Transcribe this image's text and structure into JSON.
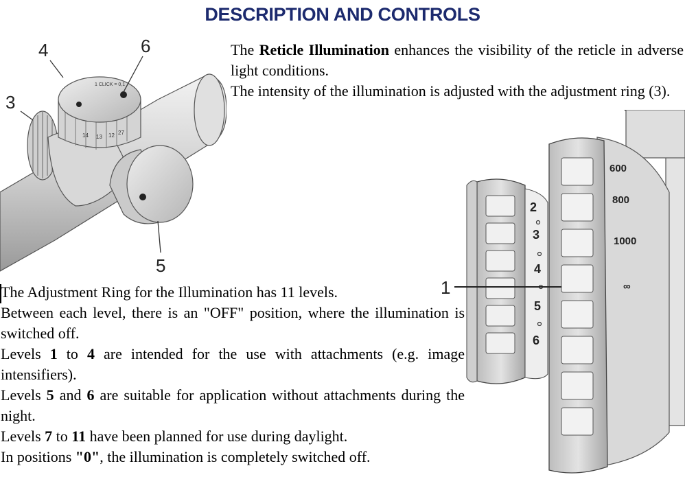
{
  "title": "DESCRIPTION AND CONTROLS",
  "intro": {
    "s1_pre": "The ",
    "s1_bold": "Reticle Illumination",
    "s1_post": " enhances the visibility of the reticle in adverse light conditions.",
    "s2": "The intensity of the illumination is adjusted with the adjustment ring (3)."
  },
  "levels": {
    "l1": "The Adjustment Ring for the Illumination has 11 levels.",
    "l2": "Between each level, there is an \"OFF\" position, where the illumination is switched off.",
    "l3_pre": "Levels ",
    "l3_b1": "1",
    "l3_mid": " to ",
    "l3_b2": "4",
    "l3_post": " are intended for the use with attachments (e.g. image intensifiers).",
    "l4_pre": "Levels ",
    "l4_b1": "5",
    "l4_mid": " and ",
    "l4_b2": "6",
    "l4_post": " are suitable for application without attachments during the night.",
    "l5_pre": "Levels ",
    "l5_b1": "7",
    "l5_mid": " to ",
    "l5_b2": "11",
    "l5_post": " have been planned for use during daylight.",
    "l6_pre": "In positions ",
    "l6_b": "\"0\"",
    "l6_post": ", the illumination is completely switched off."
  },
  "figure_scope": {
    "callouts": [
      "4",
      "6",
      "3",
      "5"
    ],
    "turret_marks": [
      "14",
      "13",
      "12",
      "27"
    ],
    "turret_text": "1 CLICK = 0,1"
  },
  "figure_ring": {
    "callout": "1",
    "ring_numbers": [
      "2",
      "3",
      "4",
      "5",
      "6"
    ],
    "distances": [
      "600",
      "800",
      "1000",
      "∞"
    ]
  }
}
